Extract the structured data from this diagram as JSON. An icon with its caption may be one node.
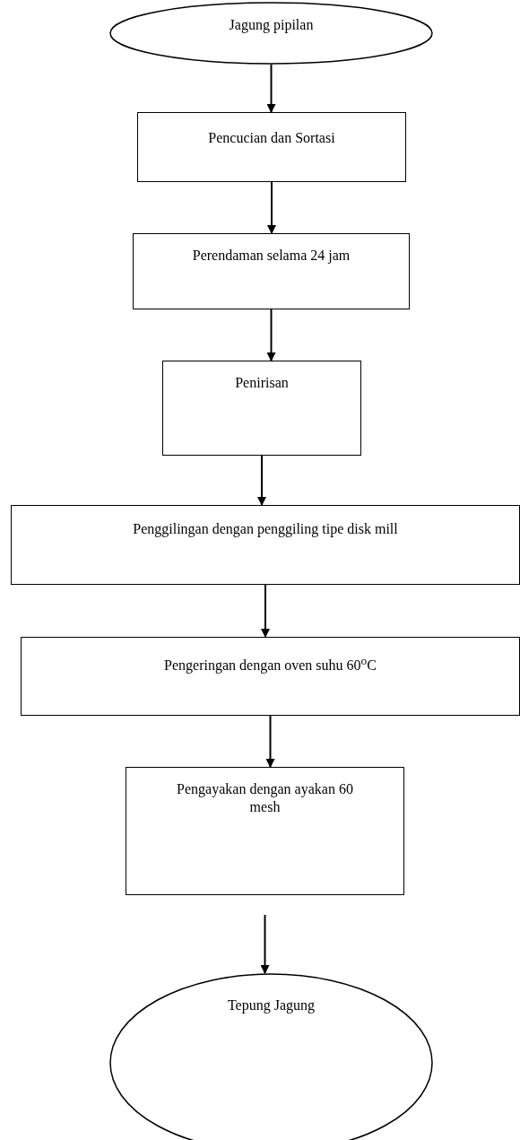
{
  "diagram": {
    "nodes": [
      {
        "text": [
          "Jagung pipilan"
        ]
      },
      {
        "text": [
          "Pencucian dan Sortasi"
        ]
      },
      {
        "text": [
          "Perendaman selama 24 jam"
        ]
      },
      {
        "text": [
          "Penirisan"
        ]
      },
      {
        "text": [
          "Penggilingan dengan penggiling tipe disk mill"
        ]
      },
      {
        "text": [
          "Pengeringan dengan oven suhu  60$^{o}$C"
        ]
      },
      {
        "text": [
          "Pengayakan dengan ayakan 60 mesh"
        ]
      },
      {
        "text": [
          "Tepung Jagung"
        ]
      }
    ],
    "edges": [
      {
        "from": 0,
        "to": 1,
        "arrow": "to"
      },
      {
        "from": 1,
        "to": 2,
        "arrow": "to"
      },
      {
        "from": 2,
        "to": 3,
        "arrow": "to"
      },
      {
        "from": 3,
        "to": 4,
        "arrow": "to"
      },
      {
        "from": 4,
        "to": 5,
        "arrow": "to"
      },
      {
        "from": 5,
        "to": 6,
        "arrow": "to"
      },
      {
        "from": 6,
        "to": 7,
        "arrow": "to"
      }
    ]
  }
}
